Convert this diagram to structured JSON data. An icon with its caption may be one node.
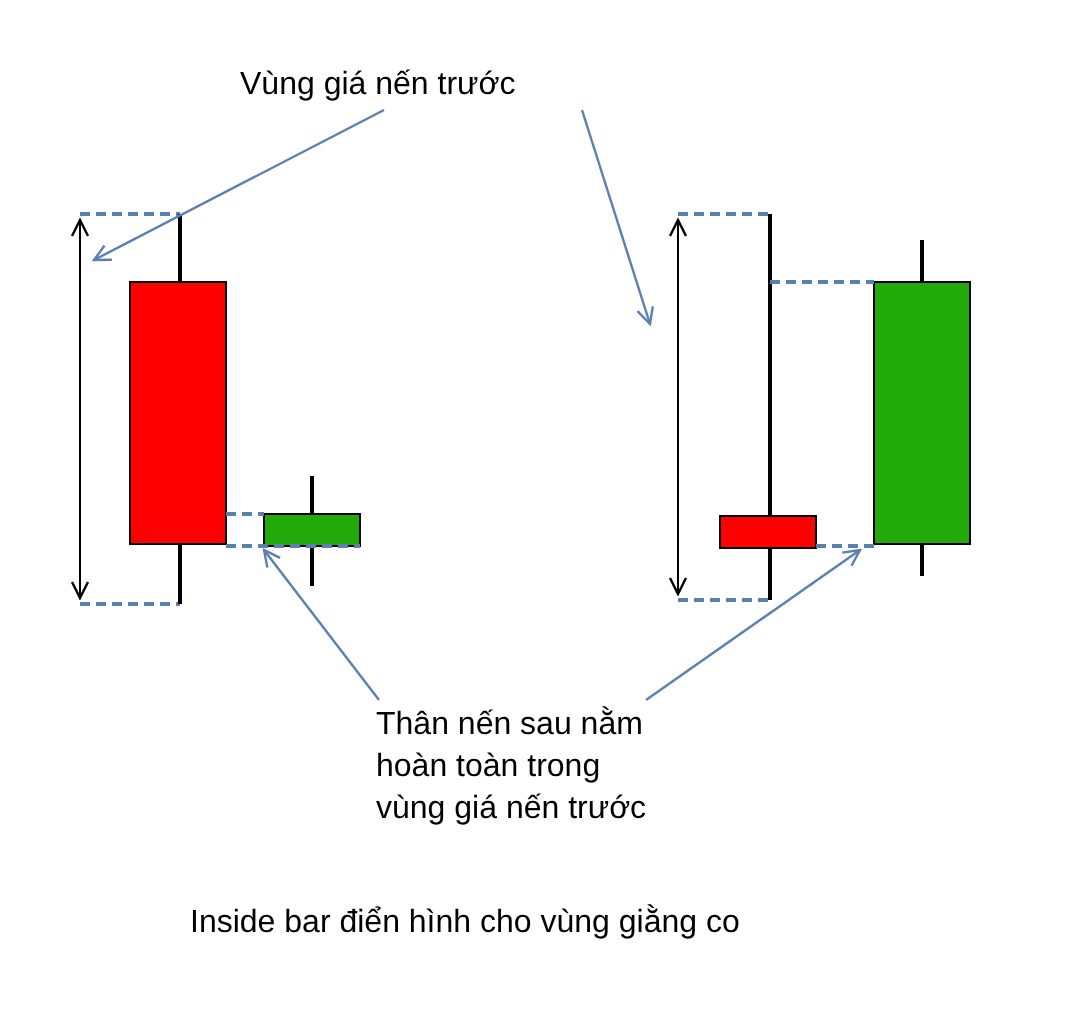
{
  "diagram": {
    "caption": "Inside bar điển hình cho vùng giằng co",
    "nodes": [
      {
        "text": [
          "Vùng giá nến trước"
        ]
      },
      {
        "text": [
          "Thân nến sau nằm hoàn toàn trong vùng giá nến trước"
        ]
      }
    ],
    "edges": [
      {
        "from": 0,
        "to": null,
        "arrow": "to"
      },
      {
        "from": 0,
        "to": null,
        "arrow": "to"
      },
      {
        "from": 1,
        "to": null,
        "arrow": "to"
      },
      {
        "from": 1,
        "to": null,
        "arrow": "to"
      }
    ]
  }
}
